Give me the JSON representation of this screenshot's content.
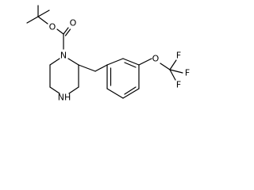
{
  "molecule": {
    "atoms": {
      "carbonyl_oxygen": "O",
      "ester_oxygen": "O",
      "ring_nitrogen_boc": "N",
      "ring_nitrogen_h": "NH",
      "aryl_ether_oxygen": "O",
      "fluorine_top": "F",
      "fluorine_middle": "F",
      "fluorine_bottom": "F"
    }
  }
}
